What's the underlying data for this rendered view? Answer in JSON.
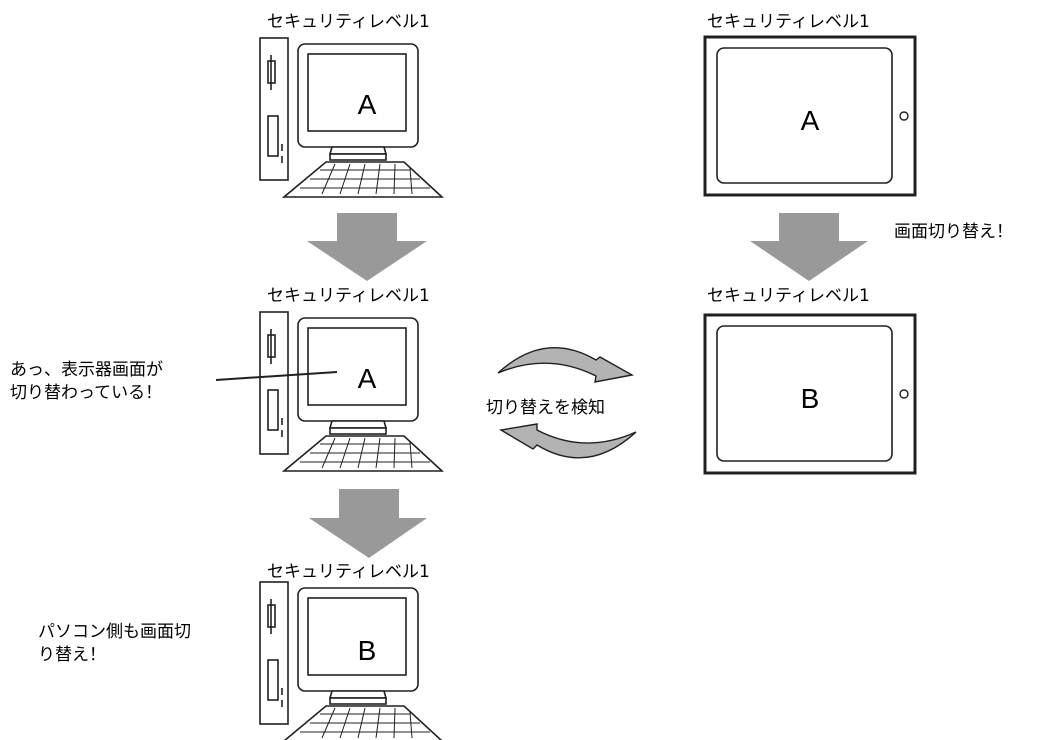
{
  "labels": {
    "pc_top": "セキュリティレベル1",
    "pc_mid": "セキュリティレベル1",
    "pc_bottom": "セキュリティレベル1",
    "panel_top": "セキュリティレベル1",
    "panel_bottom": "セキュリティレベル1"
  },
  "screens": {
    "pc_top": "A",
    "pc_mid": "A",
    "pc_bottom": "B",
    "panel_top": "A",
    "panel_bottom": "B"
  },
  "annotations": {
    "panel_switch": "画面切り替え！",
    "pc_notice_line1": "あっ、表示器画面が",
    "pc_notice_line2": "切り替わっている！",
    "detect": "切り替えを検知",
    "pc_switch_line1": "パソコン側も画面切",
    "pc_switch_line2": "り替え！"
  },
  "colors": {
    "arrow_fill": "#999999",
    "rotate_arrow_fill": "#b3b3b3",
    "outline": "#231f20"
  }
}
